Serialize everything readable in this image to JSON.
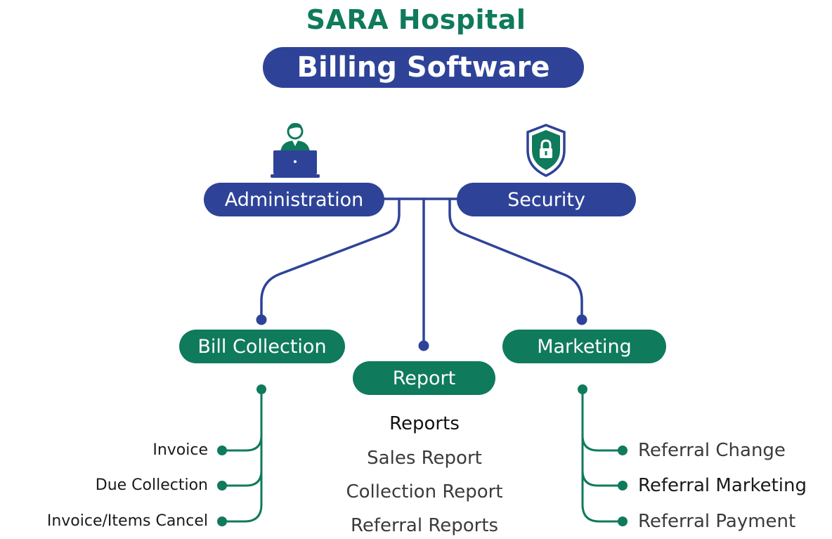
{
  "header": {
    "title": "SARA Hospital",
    "subtitle": "Billing Software"
  },
  "top_nodes": {
    "administration": "Administration",
    "security": "Security"
  },
  "branches": {
    "bill_collection": {
      "label": "Bill Collection",
      "items": [
        "Invoice",
        "Due Collection",
        "Invoice/Items Cancel"
      ]
    },
    "report": {
      "label": "Report",
      "items": [
        "Reports",
        "Sales Report",
        "Collection Report",
        "Referral Reports"
      ]
    },
    "marketing": {
      "label": "Marketing",
      "items": [
        "Referral Change",
        "Referral Marketing",
        "Referral Payment"
      ]
    }
  },
  "icons": {
    "administration": "user-laptop-icon",
    "security": "shield-lock-icon"
  },
  "colors": {
    "blue": "#2e4398",
    "green": "#0f7a5c",
    "white": "#ffffff"
  }
}
